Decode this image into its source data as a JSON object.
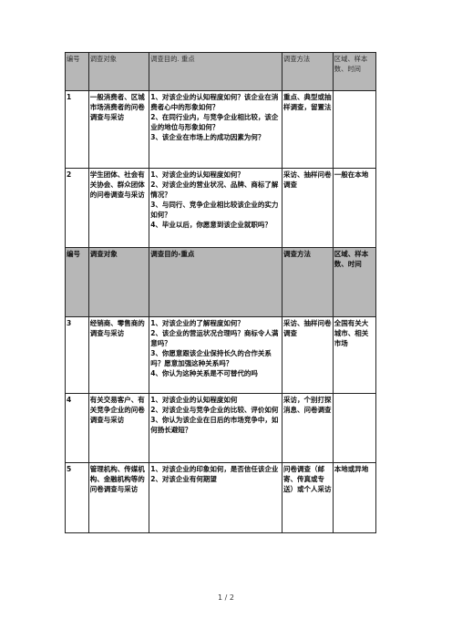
{
  "header": {
    "col1": "编号",
    "col2": "调查对象",
    "col3": "调查目的. 重点",
    "col4": "调查方法",
    "col5": "区域、样本数、时间"
  },
  "header2": {
    "col1": "编号",
    "col2": "调查对象",
    "col3": "调查目的-重点",
    "col4": "调查方法",
    "col5": "区域、样本数、时间"
  },
  "rows": [
    {
      "no": "1",
      "target": "一般消费者、区城市场消费者的问卷调查与采访",
      "purpose": "1、对该企业的认知程度如何？该企业在消费者心中的形象如何？\n2、在同行业内，与竞争企业相比较，该企业的地位与形象如何？\n3、该企业在市场上的成功因素为何？",
      "method": "重点、典型或抽样调查，留置法",
      "area": ""
    },
    {
      "no": "2",
      "target": "学生团体、社会有关协会、群众团体的问卷调查与采访",
      "purpose": "1、对该企业的认知程度如何？\n2、对该企业的营业状况、品牌、商标了解情况？\n3、与同行、竞争企业相比较该企业的实力如何？\n4、毕业以后，你愿意到该企业就职吗？",
      "method": "采访、抽样问卷调查",
      "area": "一般在本地"
    },
    {
      "no": "3",
      "target": "经销商、零售商的调查与采访",
      "purpose": "1、对该企业的了解程度如何？\n2、该企业的营运状况合理吗？商标令人满意吗？\n3、你愿意跟该企业保持长久的合作关系吗？愿意加强这种关系吗？\n4、你认为这种关系是不可替代的吗",
      "method": "采访、抽样问卷调查",
      "area": "全国有关大城市、相关市场"
    },
    {
      "no": "4",
      "target": "有关交易客户、有关竞争企业的问卷调查与采访",
      "purpose": "1、对该企业的认知程度如何\n2、对该企业与竞争企业的比较、评价如何\n3、你认为该企业在日后的市场竞争中，如何扬长避短？",
      "method": "采访，个别打探消息、问卷调查",
      "area": ""
    },
    {
      "no": "5",
      "target": "管理机构、传媒机构、金融机构等的问卷调查与采访",
      "purpose": "1、对该企业的印象如何，是否信任该企业\n2、对该企业有何期望",
      "method": "问卷调查（邮寄、传真或专送）或个人采访",
      "area": "本地或异地"
    }
  ],
  "footer": {
    "page": "1 / 2"
  }
}
